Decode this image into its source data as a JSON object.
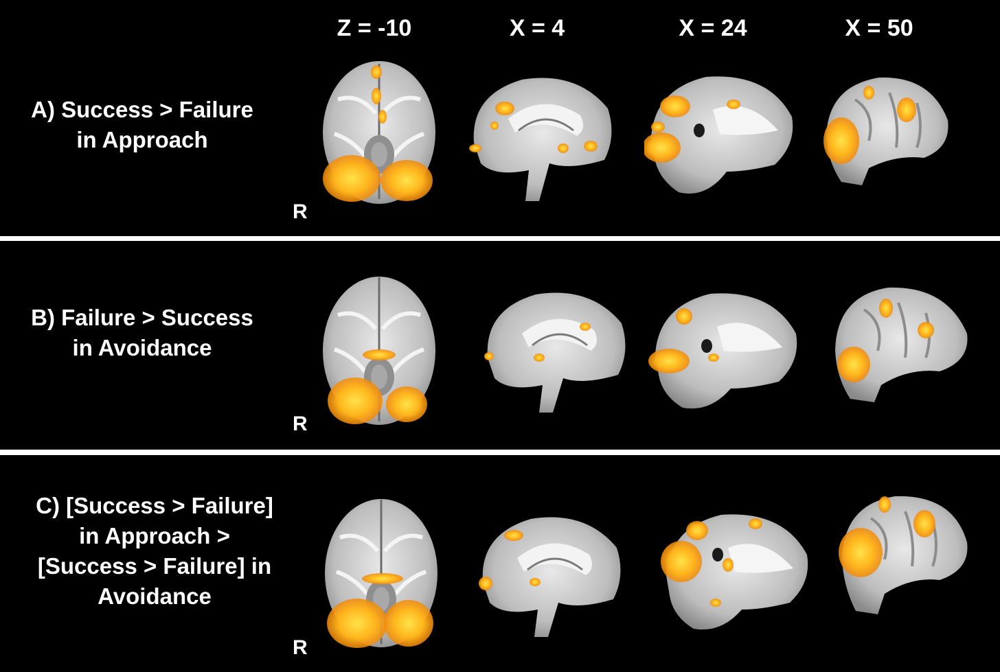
{
  "column_headers": [
    "Z = -10",
    "X = 4",
    "X = 24",
    "X = 50"
  ],
  "panels": [
    {
      "label_lines": [
        "A) Success > Failure",
        "in Approach"
      ],
      "orientation_marker": "R"
    },
    {
      "label_lines": [
        "B) Failure > Success",
        "in Avoidance"
      ],
      "orientation_marker": "R"
    },
    {
      "label_lines": [
        "C) [Success > Failure]",
        "in Approach >",
        "[Success > Failure] in",
        "Avoidance"
      ],
      "orientation_marker": "R"
    }
  ],
  "colors": {
    "background": "#000000",
    "separator": "#ffffff",
    "text": "#ffffff",
    "activation_hot": "#ffd21f",
    "activation_warm": "#f59a10"
  }
}
